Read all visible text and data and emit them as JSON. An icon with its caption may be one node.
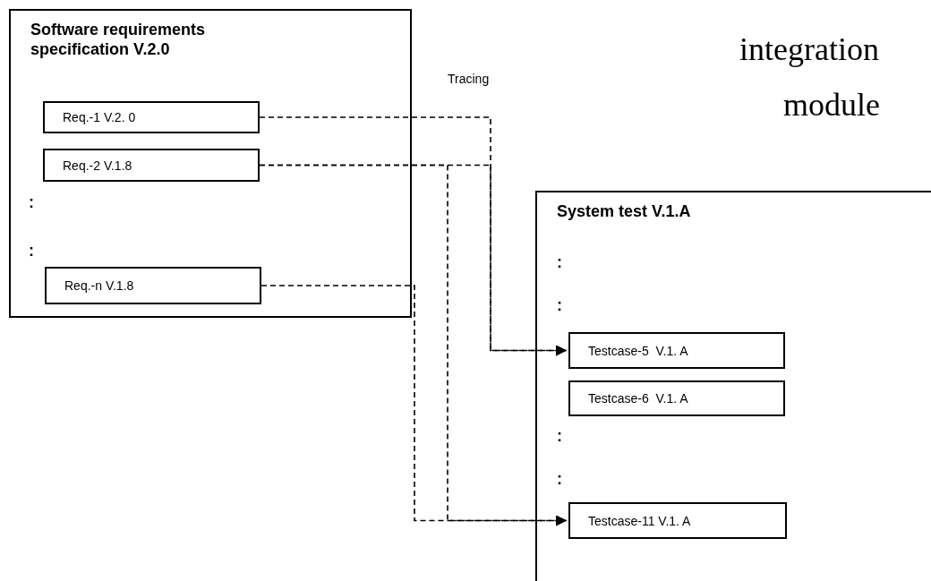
{
  "diagram": {
    "nodes": [
      {
        "text": [
          "Software requirements specification V.2.0",
          ":",
          ":"
        ]
      },
      {
        "text": [
          "Req.-1 V.2. 0"
        ],
        "in": 0
      },
      {
        "text": [
          "Req.-2 V.1.8"
        ],
        "in": 0
      },
      {
        "text": [
          "Req.-n V.1.8"
        ],
        "in": 0
      },
      {
        "text": [
          "System test V.1.A",
          ":",
          ":",
          ":",
          ":"
        ]
      },
      {
        "text": [
          "Testcase-5  V.1. A"
        ],
        "in": 4
      },
      {
        "text": [
          "Testcase-6  V.1. A"
        ],
        "in": 4
      },
      {
        "text": [
          "Testcase-11 V.1. A"
        ],
        "in": 4
      }
    ],
    "edges": [
      {
        "from": 1,
        "to": 5,
        "arrow": "to",
        "style": "dashed"
      },
      {
        "from": 2,
        "to": 5,
        "arrow": "to",
        "style": "dashed"
      },
      {
        "from": 2,
        "to": 7,
        "arrow": "to",
        "style": "dashed"
      },
      {
        "from": 3,
        "to": 7,
        "arrow": "to",
        "style": "dashed"
      }
    ],
    "labels": [
      "integration",
      "Tracing",
      "module"
    ]
  }
}
